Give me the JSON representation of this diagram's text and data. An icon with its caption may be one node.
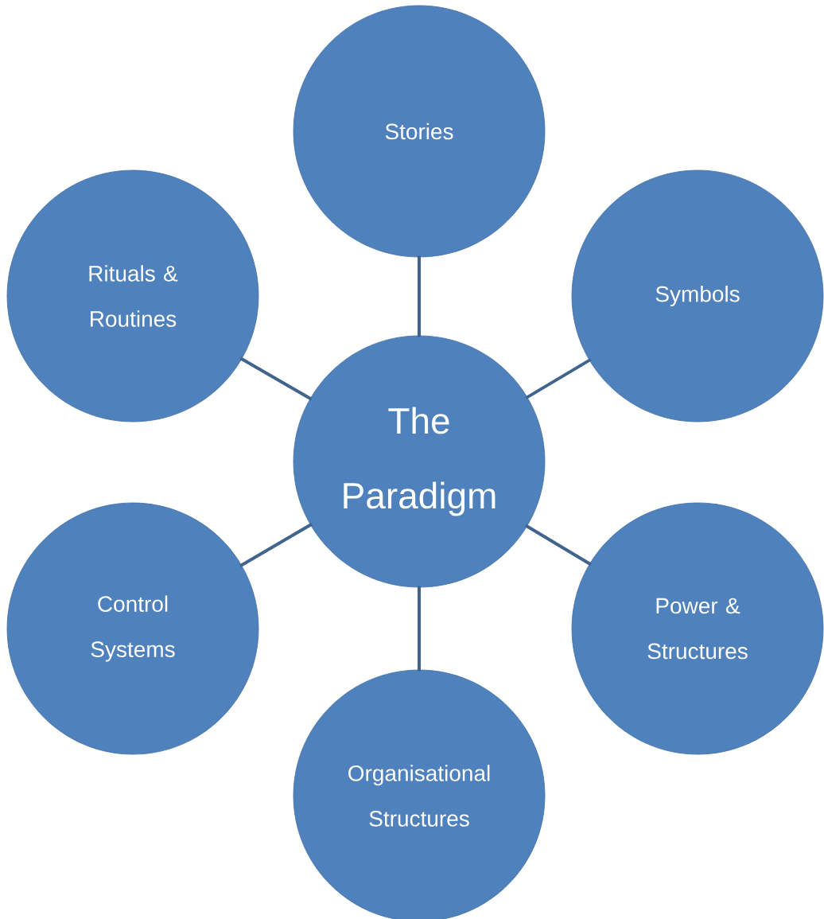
{
  "diagram": {
    "nodes": [
      {
        "text": [
          "Stories"
        ]
      },
      {
        "text": [
          "Rituals & Routines"
        ]
      },
      {
        "text": [
          "Symbols"
        ]
      },
      {
        "text": [
          "The Paradigm"
        ]
      },
      {
        "text": [
          "Control Systems"
        ]
      },
      {
        "text": [
          "Power & Structures"
        ]
      },
      {
        "text": [
          "Organisational Structures"
        ]
      }
    ],
    "edges": [
      {
        "from": 3,
        "to": 0,
        "arrow": "none"
      },
      {
        "from": 3,
        "to": 1,
        "arrow": "none"
      },
      {
        "from": 3,
        "to": 2,
        "arrow": "none"
      },
      {
        "from": 3,
        "to": 4,
        "arrow": "none"
      },
      {
        "from": 3,
        "to": 5,
        "arrow": "none"
      },
      {
        "from": 3,
        "to": 6,
        "arrow": "none"
      }
    ]
  }
}
